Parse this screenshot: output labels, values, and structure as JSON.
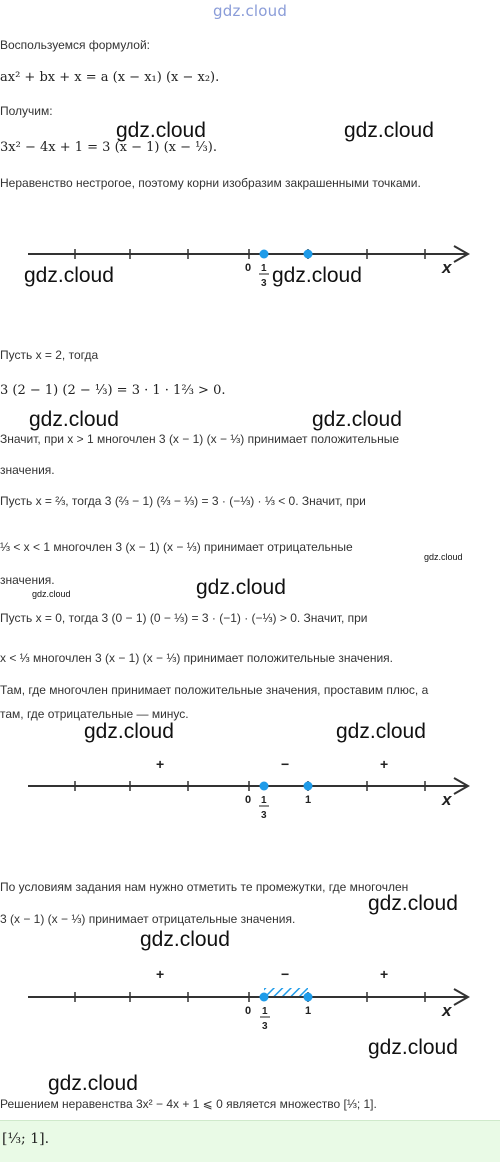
{
  "site": "gdz.cloud",
  "watermark": "gdz.cloud",
  "texts": {
    "t1": "Воспользуемся формулой:",
    "f1": "ax² + bx + x = a (x − x₁) (x − x₂).",
    "t2": "Получим:",
    "f2": "3x² − 4x + 1 = 3 (x − 1) (x − ⅓).",
    "t3": "Неравенство нестрогое, поэтому корни изобразим закрашенными точками.",
    "t4": "Пусть x = 2, тогда",
    "f4": "3 (2 − 1) (2 − ⅓) = 3 · 1 · 1⅔ > 0.",
    "t5a": "Значит, при x > 1 многочлен 3 (x − 1) (x − ⅓) принимает положительные",
    "t5b": "значения.",
    "t6a": "Пусть x = ⅔, тогда 3 (⅔ − 1) (⅔ − ⅓) = 3 · (−⅓) · ⅓ < 0. Значит, при",
    "t6b": "⅓ < x < 1 многочлен 3 (x − 1) (x − ⅓) принимает отрицательные",
    "t6c": "значения.",
    "t7a": "Пусть x = 0, тогда 3 (0 − 1) (0 − ⅓) = 3 · (−1) · (−⅓) > 0. Значит, при",
    "t7b": "x < ⅓ многочлен 3 (x − 1) (x − ⅓) принимает положительные значения.",
    "t8a": "Там, где многочлен принимает положительные значения, проставим плюс, а",
    "t8b": "там, где отрицательные — минус.",
    "t9a": "По условиям задания нам нужно отметить те промежутки, где многочлен",
    "t9b": "3 (x − 1) (x − ⅓) принимает отрицательные значения.",
    "t10": "Решением неравенства 3x² − 4x + 1 ⩽ 0 является множество [⅓; 1].",
    "answer": "[⅓; 1]."
  },
  "axis": {
    "var": "x",
    "zero": "0",
    "one": "1",
    "third_num": "1",
    "third_den": "3",
    "plus": "+",
    "minus": "−"
  },
  "colors": {
    "point": "#1e9be9",
    "hatch": "#1e9be9",
    "answer_bg": "#e9fae6",
    "site": "#8a9cd8"
  }
}
